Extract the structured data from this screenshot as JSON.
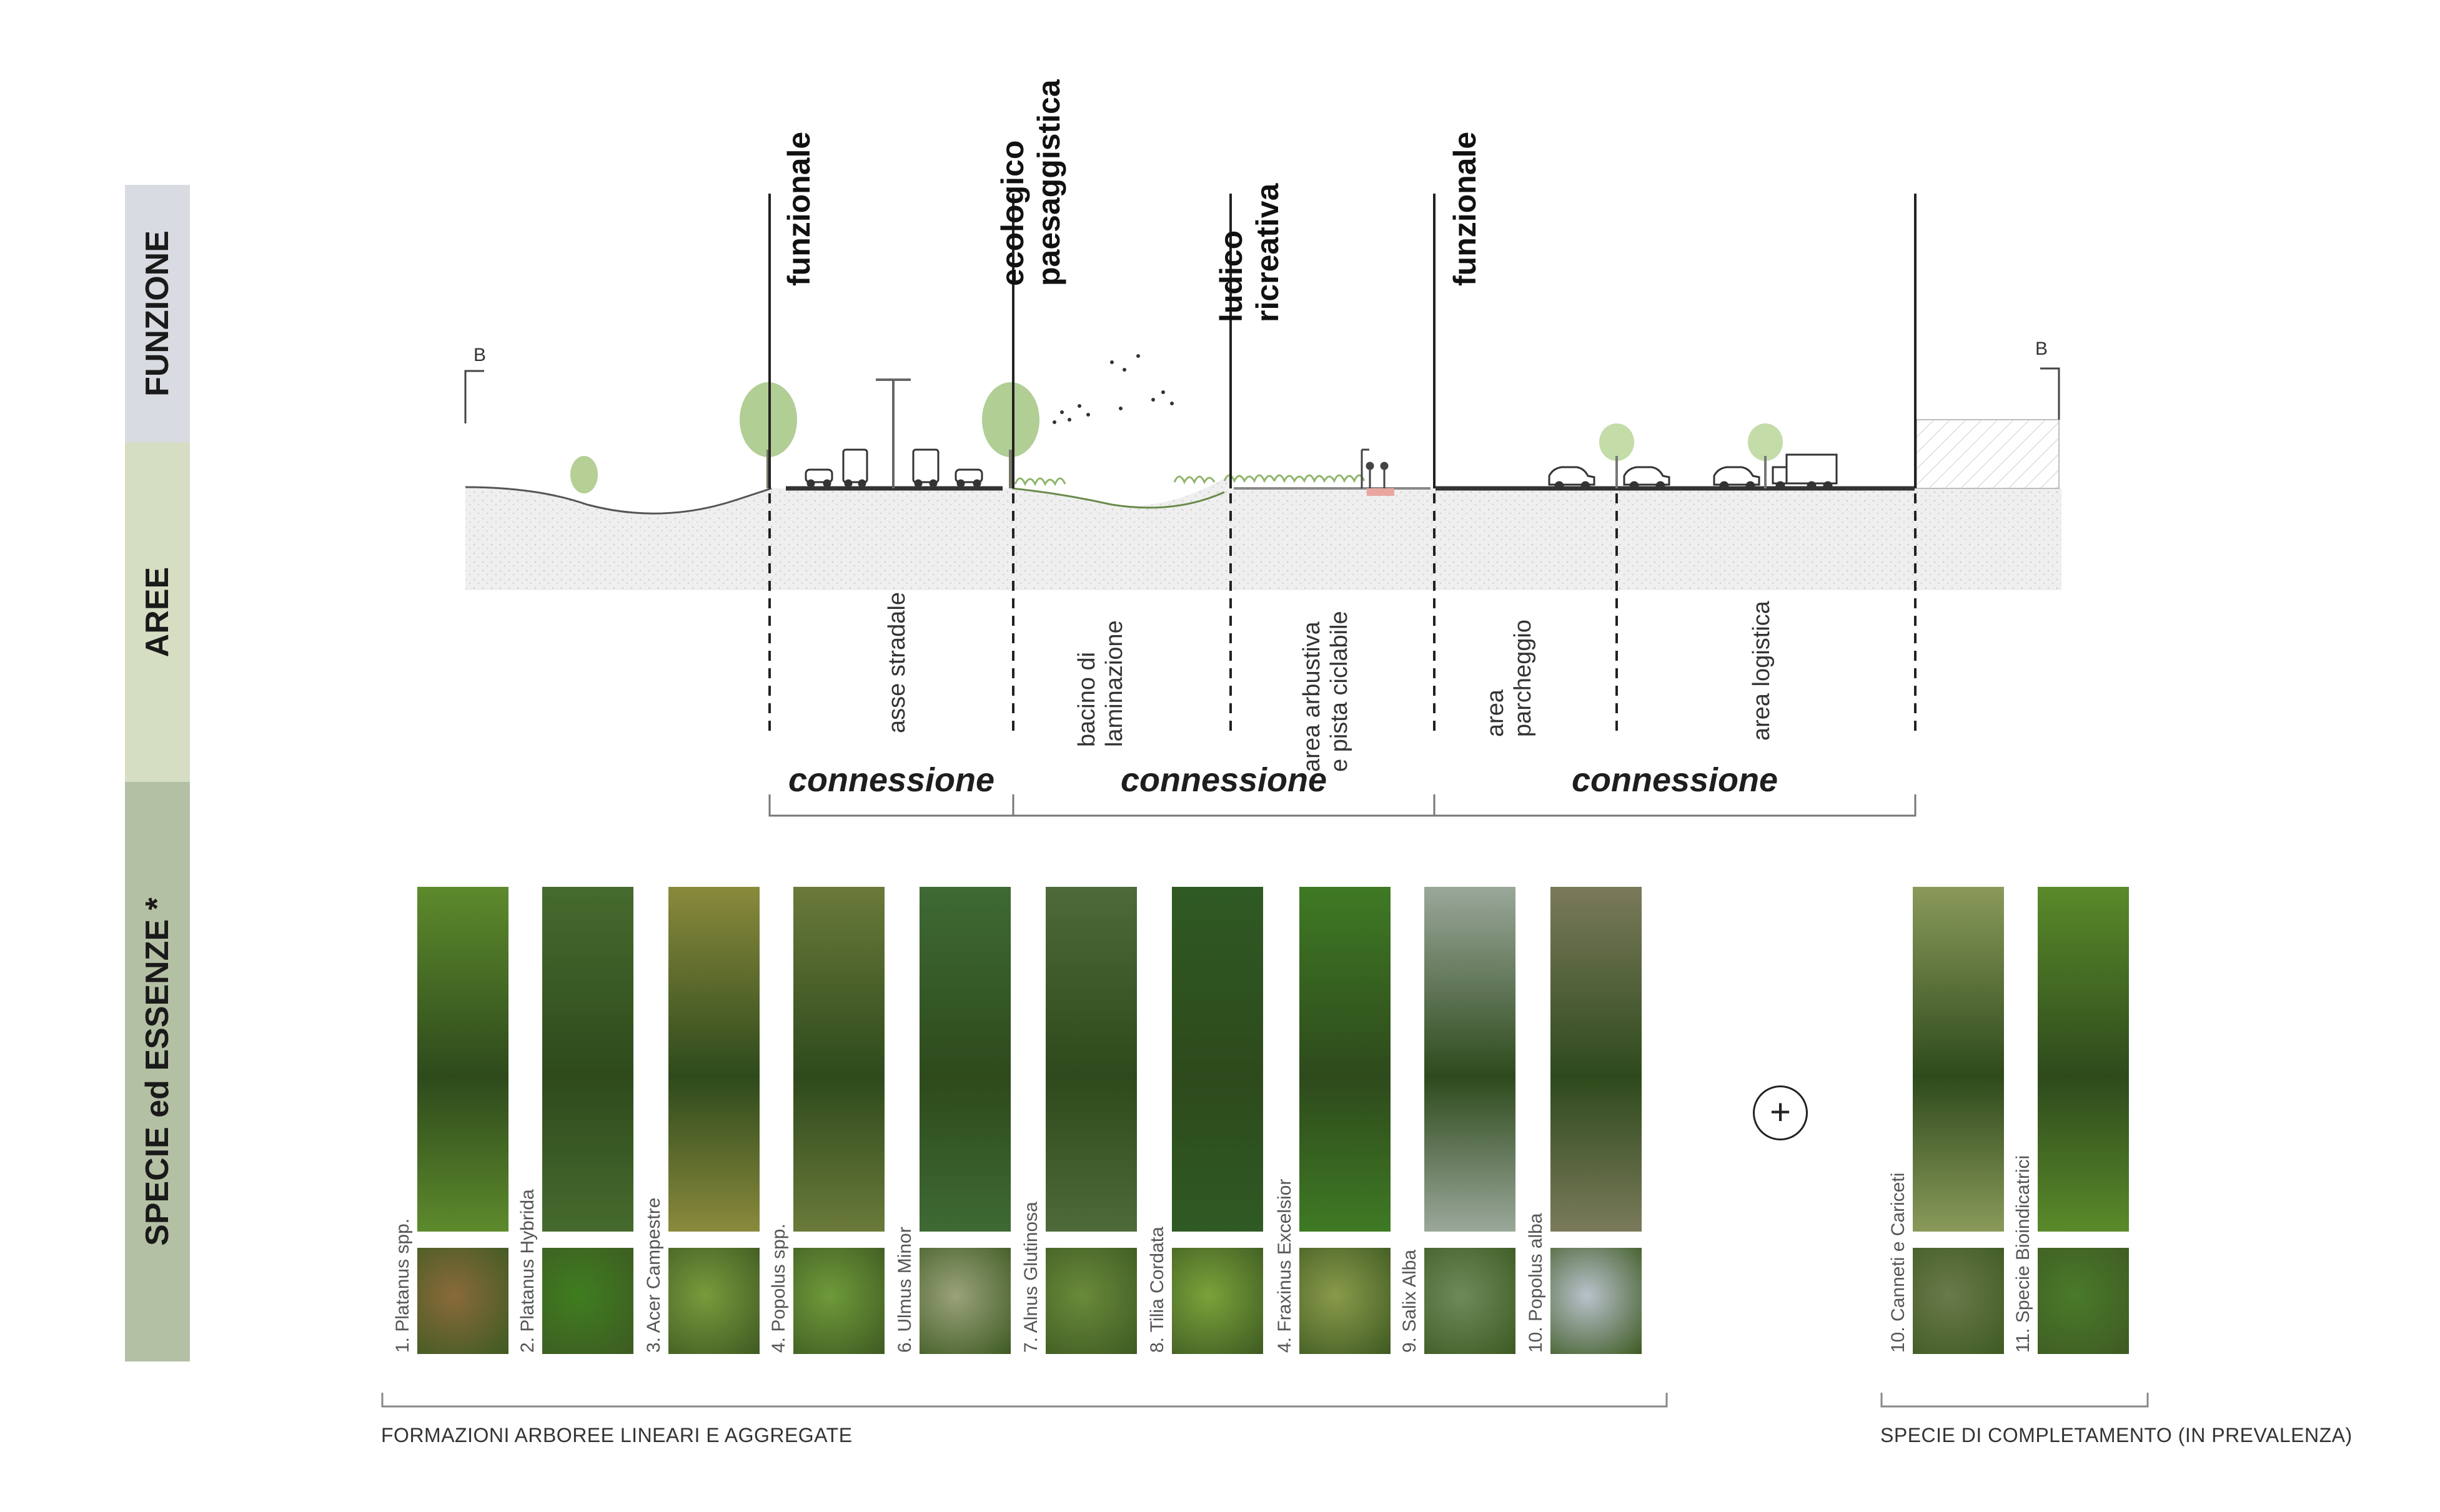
{
  "bands": [
    {
      "label": "FUNZIONE",
      "color": "#d8dbe1"
    },
    {
      "label": "AREE",
      "color": "#d5dec3"
    },
    {
      "label": "SPECIE ed ESSENZE *",
      "color": "#b4c0a4"
    }
  ],
  "section_marks": {
    "left": "B",
    "right": "B"
  },
  "functions": [
    {
      "lines": [
        "funzionale"
      ]
    },
    {
      "lines": [
        "ecologico",
        "paesaggistica"
      ]
    },
    {
      "lines": [
        "ludico",
        "ricreativa"
      ]
    },
    {
      "lines": [
        "funzionale"
      ]
    }
  ],
  "areas": [
    {
      "lines": [
        "asse stradale"
      ]
    },
    {
      "lines": [
        "bacino di",
        "laminazione"
      ]
    },
    {
      "lines": [
        "area arbustiva",
        "e pista ciclabile"
      ]
    },
    {
      "lines": [
        "area",
        "parcheggio"
      ]
    },
    {
      "lines": [
        "area logistica"
      ]
    }
  ],
  "connections": [
    "connessione",
    "connessione",
    "connessione"
  ],
  "species_trees": [
    {
      "label": "1. Platanus spp.",
      "top": "#5d8a2c",
      "bottom": "#8a6a3a"
    },
    {
      "label": "2. Platanus Hybrida",
      "top": "#466b2e",
      "bottom": "#3f7d1f"
    },
    {
      "label": "3. Acer Campestre",
      "top": "#8a8a3c",
      "bottom": "#7a9a3c"
    },
    {
      "label": "4. Popolus spp.",
      "top": "#6a7a3a",
      "bottom": "#6f9a3a"
    },
    {
      "label": "6. Ulmus Minor",
      "top": "#3e6a34",
      "bottom": "#9aa27a"
    },
    {
      "label": "7. Alnus Glutinosa",
      "top": "#4e6a3a",
      "bottom": "#6a8a3a"
    },
    {
      "label": "8. Tilia Cordata",
      "top": "#2f5a24",
      "bottom": "#7aa23a"
    },
    {
      "label": "4. Fraxinus Excelsior",
      "top": "#3f7a24",
      "bottom": "#8a9a4a"
    },
    {
      "label": "9. Salix Alba",
      "top": "#9aa89a",
      "bottom": "#6e8a5a"
    },
    {
      "label": "10. Popolus alba",
      "top": "#7a7a5a",
      "bottom": "#b8c2cc"
    }
  ],
  "species_complement": [
    {
      "label": "10. Canneti e Cariceti",
      "top": "#8a9a5a",
      "bottom": "#6a7a4a"
    },
    {
      "label": "11. Specie Bioindicatrici",
      "top": "#5a8a2a",
      "bottom": "#4a7a2a"
    }
  ],
  "plus_symbol": "+",
  "footers": {
    "left": "FORMAZIONI ARBOREE LINEARI E AGGREGATE",
    "right": "SPECIE DI COMPLETAMENTO (IN PREVALENZA)"
  },
  "colors": {
    "line": "#222222",
    "ground": "#e9e9e9",
    "tree": "#a9c98a",
    "road": "#333333"
  }
}
